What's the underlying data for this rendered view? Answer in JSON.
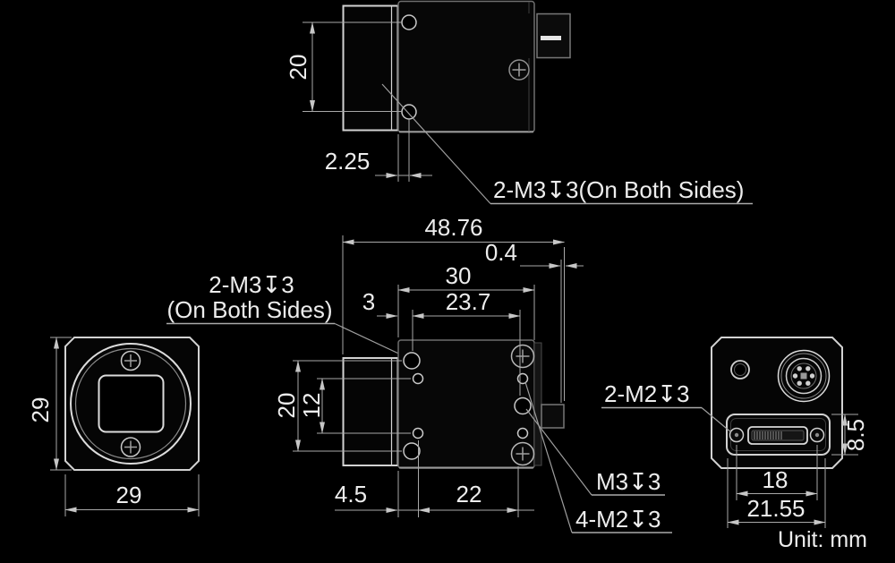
{
  "unit_note": "Unit: mm",
  "top_view": {
    "dim_hole_spacing": "20",
    "dim_flange_to_hole": "2.25",
    "label_side_holes": "2-M3↧3(On Both Sides)"
  },
  "side_view": {
    "dim_overall_length": "48.76",
    "dim_rear_offset": "0.4",
    "dim_body_length": "30",
    "dim_m3_span": "23.7",
    "dim_front_to_m3": "3",
    "dim_m3_vertical": "20",
    "dim_m2_vertical": "12",
    "dim_front_to_m2": "4.5",
    "dim_m2_span": "22",
    "label_side_holes_line1": "2-M3↧3",
    "label_side_holes_line2": "(On Both Sides)",
    "label_m3_hole": "M3↧3",
    "label_m2_holes": "4-M2↧3"
  },
  "front_view": {
    "dim_height": "29",
    "dim_width": "29"
  },
  "rear_view": {
    "dim_screw_spacing": "18",
    "dim_connector_width": "21.55",
    "dim_connector_height": "8.5",
    "label_connector_screws": "2-M2↧3"
  }
}
